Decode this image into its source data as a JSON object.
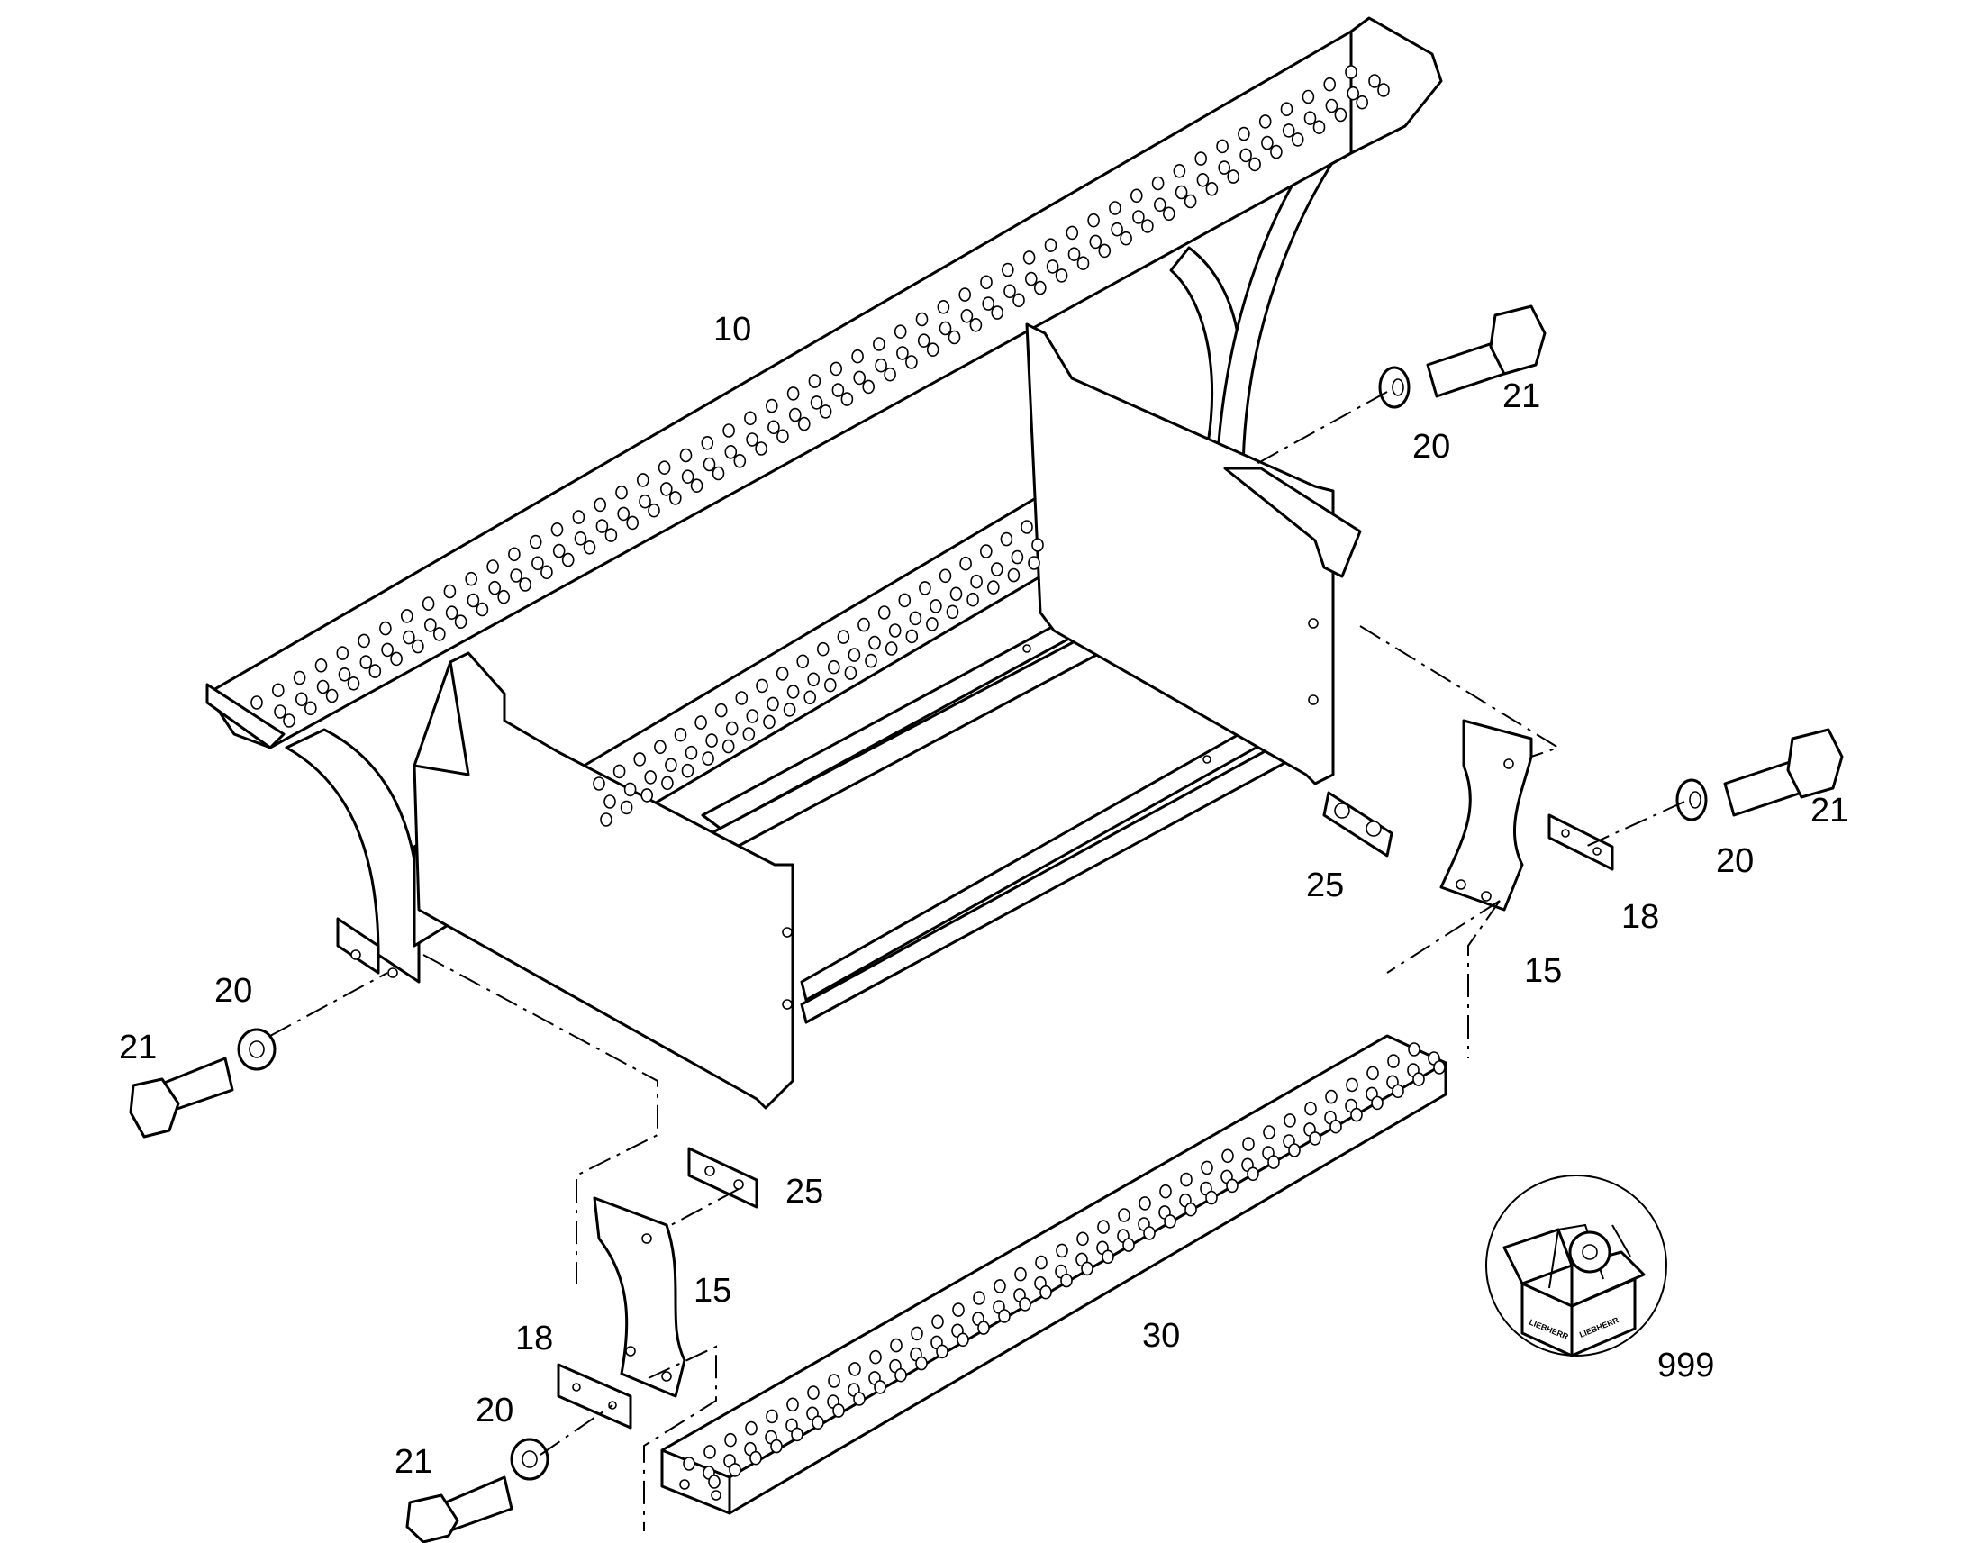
{
  "callouts": [
    {
      "id": "c10",
      "text": "10"
    },
    {
      "id": "c21a",
      "text": "21"
    },
    {
      "id": "c20a",
      "text": "20"
    },
    {
      "id": "c21b",
      "text": "21"
    },
    {
      "id": "c20b",
      "text": "20"
    },
    {
      "id": "c25a",
      "text": "25"
    },
    {
      "id": "c18a",
      "text": "18"
    },
    {
      "id": "c15a",
      "text": "15"
    },
    {
      "id": "c20c",
      "text": "20"
    },
    {
      "id": "c21c",
      "text": "21"
    },
    {
      "id": "c25b",
      "text": "25"
    },
    {
      "id": "c15b",
      "text": "15"
    },
    {
      "id": "c18b",
      "text": "18"
    },
    {
      "id": "c20d",
      "text": "20"
    },
    {
      "id": "c21d",
      "text": "21"
    },
    {
      "id": "c30",
      "text": "30"
    },
    {
      "id": "c999",
      "text": "999"
    }
  ],
  "parts": [
    {
      "callout": "10",
      "description": "step frame"
    },
    {
      "callout": "15",
      "description": "bracket"
    },
    {
      "callout": "18",
      "description": "plate"
    },
    {
      "callout": "20",
      "description": "washer"
    },
    {
      "callout": "21",
      "description": "hex bolt"
    },
    {
      "callout": "25",
      "description": "plate with studs"
    },
    {
      "callout": "30",
      "description": "perforated step"
    },
    {
      "callout": "999",
      "description": "parts kit box"
    }
  ],
  "logo_text": "LIEBHERR"
}
